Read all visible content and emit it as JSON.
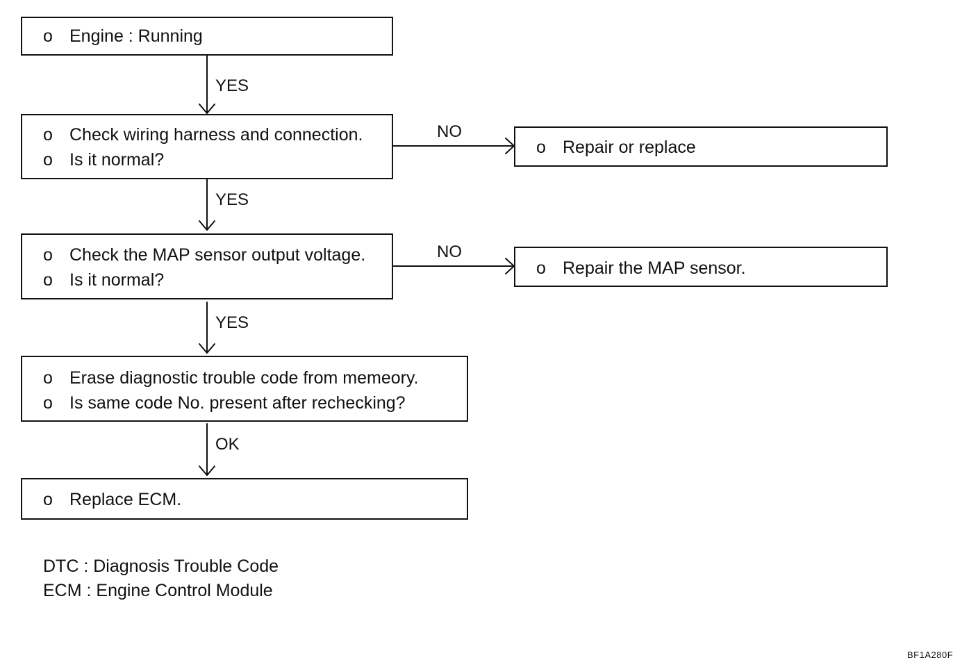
{
  "bullet": "o",
  "steps": {
    "engine": {
      "lines": [
        "Engine : Running"
      ]
    },
    "wiring": {
      "lines": [
        "Check wiring harness and connection.",
        "Is it normal?"
      ]
    },
    "map_check": {
      "lines": [
        "Check the MAP sensor output voltage.",
        "Is it normal?"
      ]
    },
    "erase": {
      "lines": [
        "Erase diagnostic trouble code from memeory.",
        "Is same code No. present after rechecking?"
      ]
    },
    "replace_ecm": {
      "lines": [
        "Replace ECM."
      ]
    },
    "repair_replace": {
      "lines": [
        "Repair or replace"
      ]
    },
    "repair_map": {
      "lines": [
        "Repair the MAP sensor."
      ]
    }
  },
  "edges": {
    "engine_to_wiring": "YES",
    "wiring_to_map": "YES",
    "map_to_erase": "YES",
    "erase_to_ecm": "OK",
    "wiring_to_repair": "NO",
    "map_to_repair": "NO"
  },
  "legend": {
    "dtc": "DTC : Diagnosis Trouble Code",
    "ecm": "ECM : Engine Control Module"
  },
  "figure_code": "BF1A280F"
}
